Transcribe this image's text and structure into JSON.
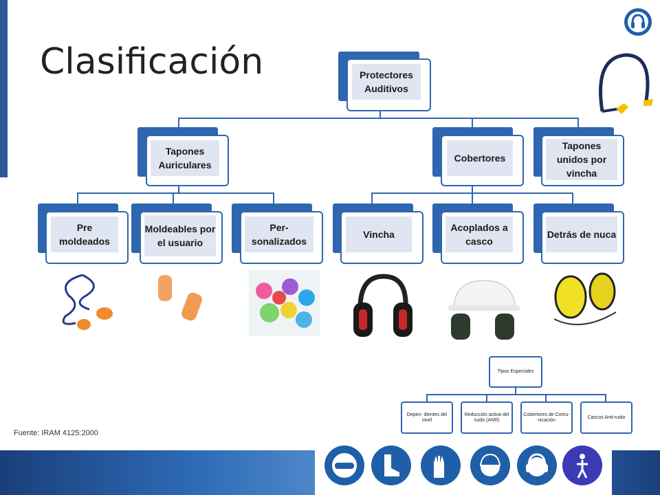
{
  "title": "Clasificación",
  "tree": {
    "root": "Protectores Auditivos",
    "level1": [
      {
        "label": "Tapones Auriculares"
      },
      {
        "label": "Cobertores"
      },
      {
        "label": "Tapones unidos por vincha"
      }
    ],
    "level2": [
      {
        "label": "Pre moldeados"
      },
      {
        "label": "Moldeables por el usuario"
      },
      {
        "label": "Per- sonalizados"
      },
      {
        "label": "Vincha"
      },
      {
        "label": "Acoplados a casco"
      },
      {
        "label": "Detrás de nuca"
      }
    ]
  },
  "special_tree": {
    "root": "Tipos Especiales",
    "children": [
      {
        "label": "Depen- dientes del nivel"
      },
      {
        "label": "Reducción activa del ruido (ANR)"
      },
      {
        "label": "Cobertores de Comu- nicación"
      },
      {
        "label": "Cascos Anti-ruido"
      }
    ]
  },
  "source": "Fuente: IRAM 4125:2000",
  "icons": [
    "ear-protection-icon",
    "eye-protection-icon",
    "boots-icon",
    "gloves-icon",
    "helmet-icon",
    "ear-protection-icon",
    "harness-icon"
  ],
  "colors": {
    "accent": "#2e66b0",
    "box_fill": "#dfe5f1",
    "safety_blue": "#1f5fa8"
  }
}
